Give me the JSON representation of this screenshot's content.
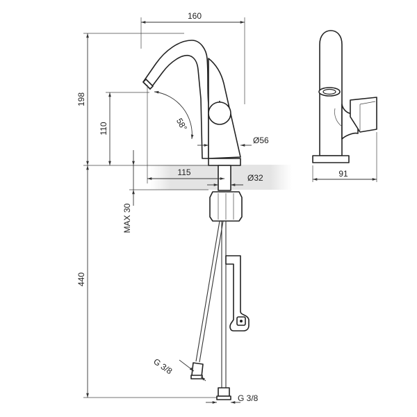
{
  "dimensions": {
    "width_total": "160",
    "height_total": "198",
    "spout_height": "110",
    "angle": "58°",
    "reach": "115",
    "body_diameter": "Ø56",
    "shank_diameter": "Ø32",
    "max_deck_thickness": "MAX 30",
    "hose_length": "440",
    "side_depth": "91",
    "hose_thread_left": "G 3/8",
    "hose_thread_right": "G 3/8"
  }
}
